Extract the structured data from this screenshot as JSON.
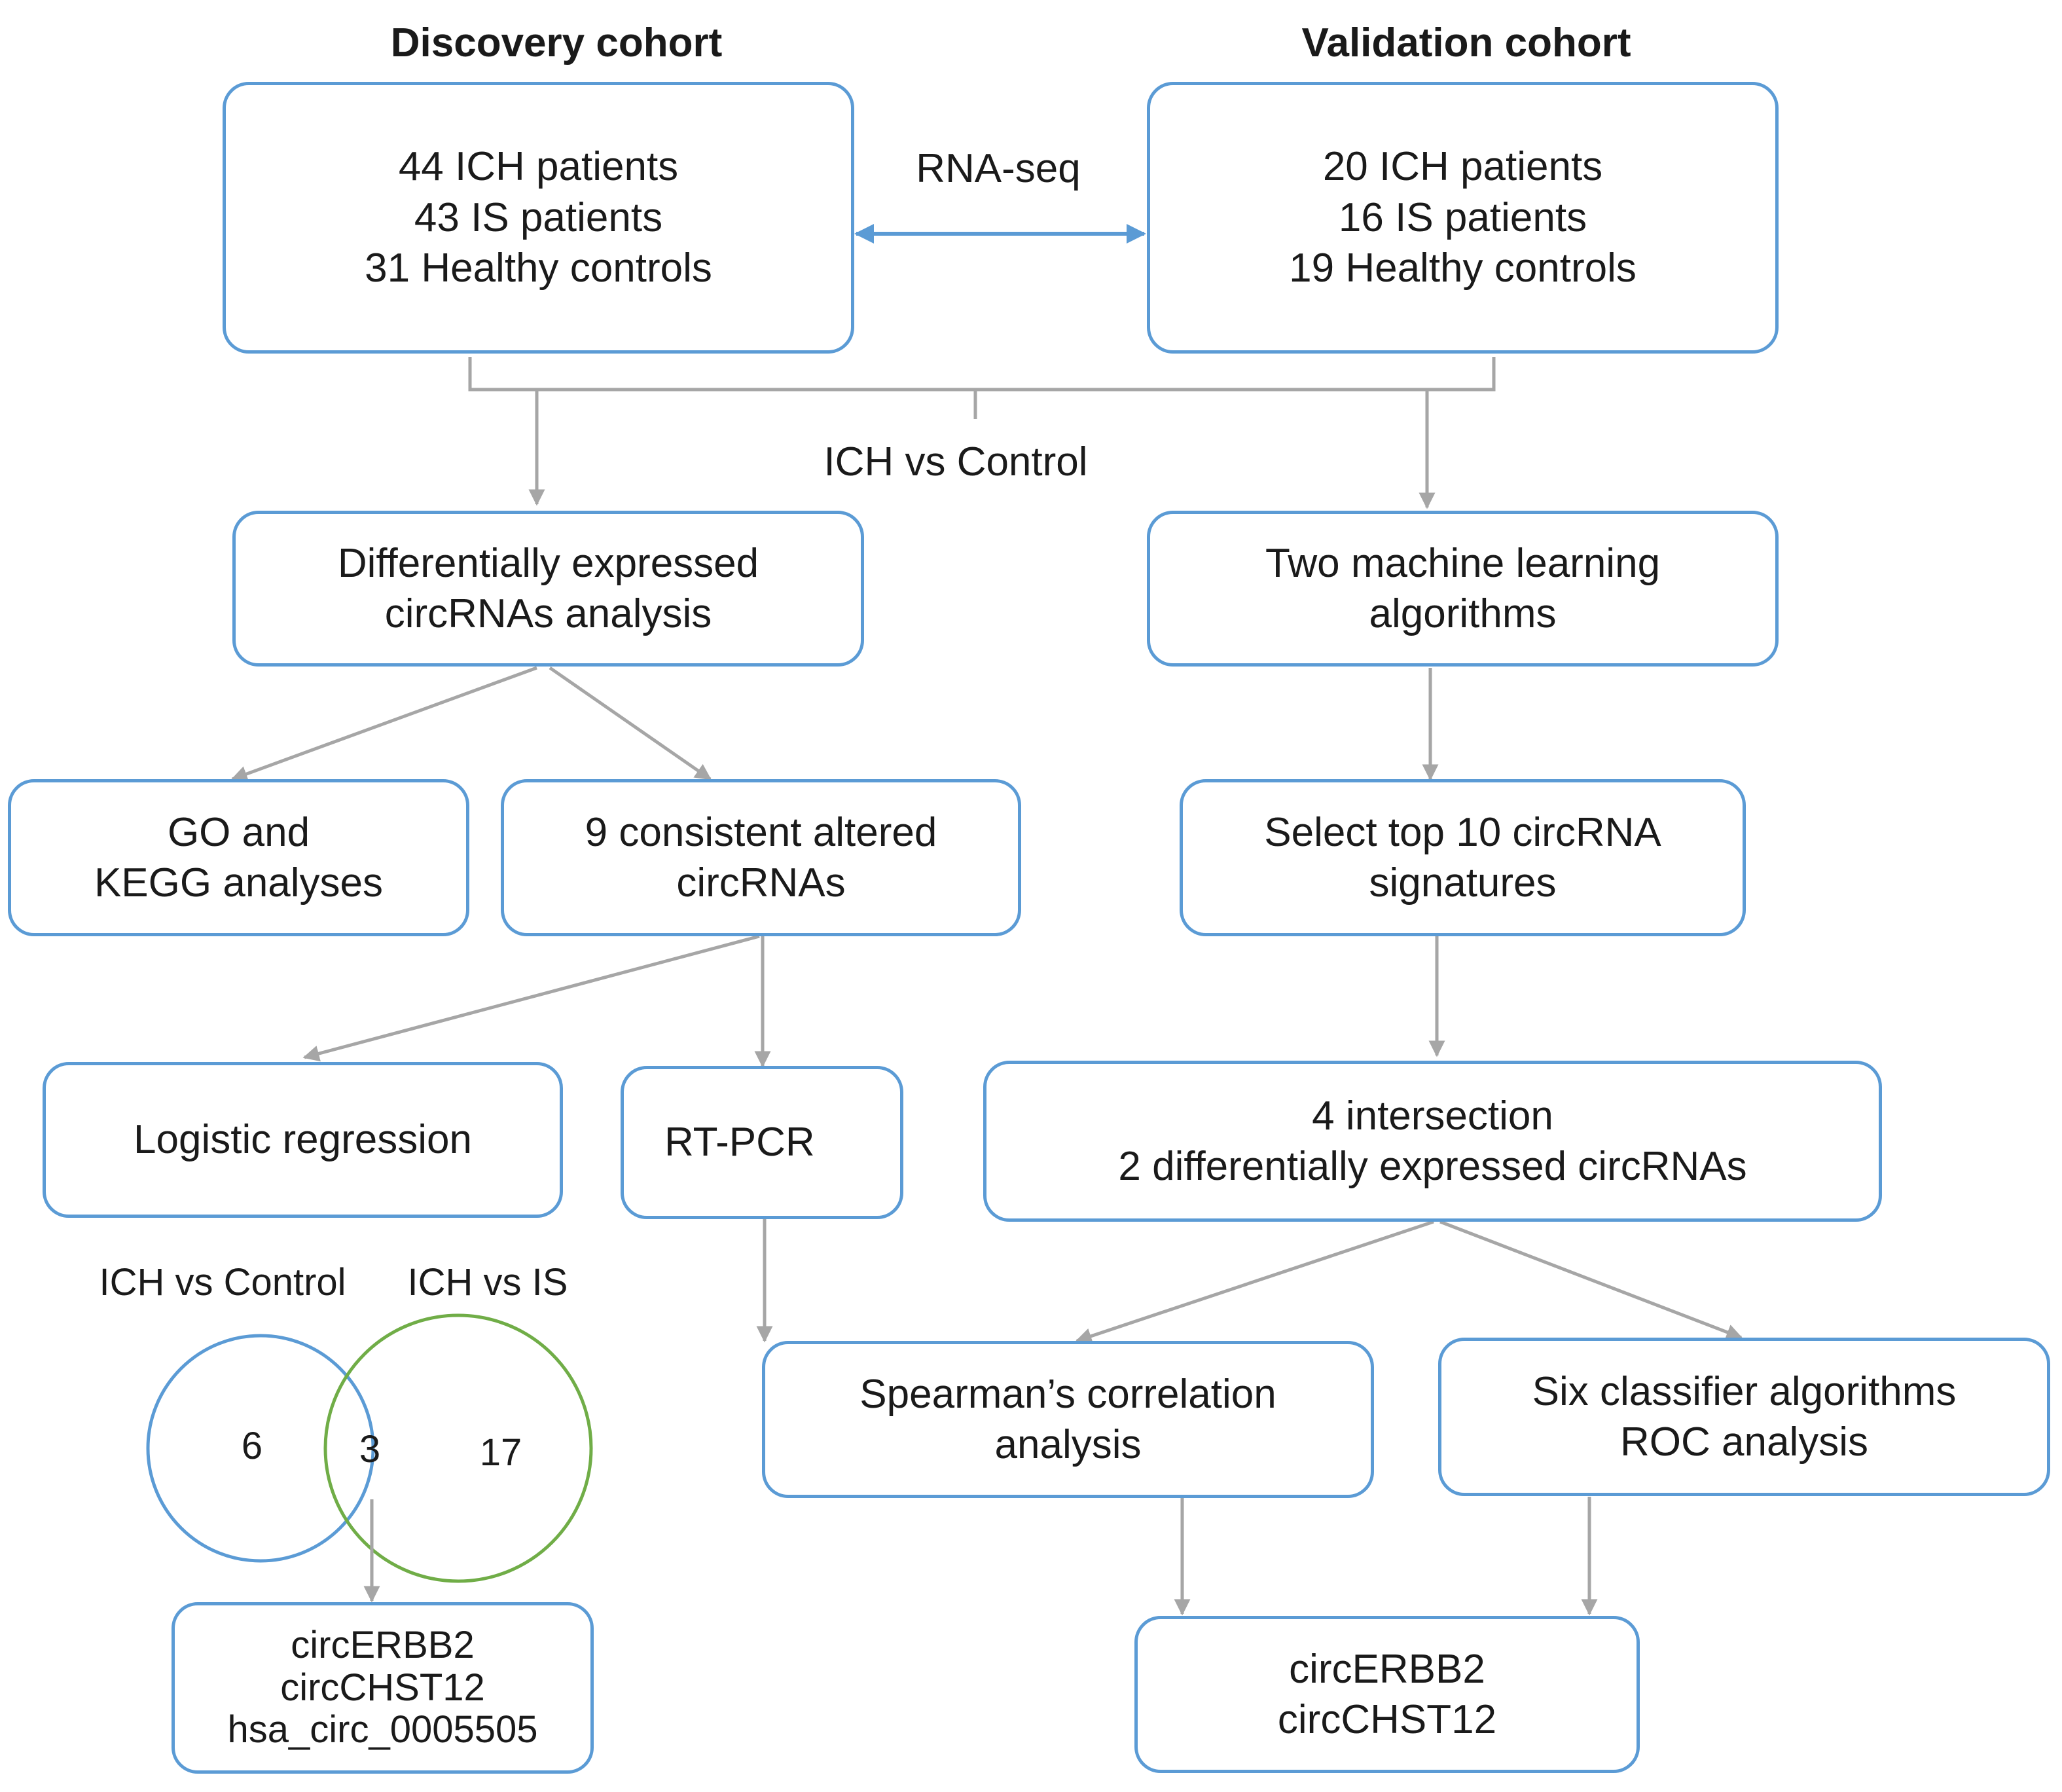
{
  "headers": {
    "discovery": "Discovery cohort",
    "validation": "Validation cohort"
  },
  "discovery_box": [
    "44 ICH patients",
    "43 IS patients",
    "31 Healthy controls"
  ],
  "validation_box": [
    "20 ICH patients",
    "16 IS patients",
    "19 Healthy controls"
  ],
  "rnaseq_label": "RNA-seq",
  "comparison_label": "ICH vs Control",
  "left_flow": {
    "dea": [
      "Differentially expressed",
      "circRNAs analysis"
    ],
    "go_kegg": [
      "GO and",
      "KEGG analyses"
    ],
    "consistent": [
      "9 consistent altered",
      "circRNAs"
    ],
    "logistic": [
      "Logistic regression"
    ],
    "rtpcr": [
      "RT-PCR"
    ]
  },
  "venn": {
    "left_label": "ICH vs Control",
    "right_label": "ICH vs IS",
    "left_only": "6",
    "overlap": "3",
    "right_only": "17",
    "left_color": "#5b9bd5",
    "right_color": "#70ad47"
  },
  "venn_result": [
    "circERBB2",
    "circCHST12",
    "hsa_circ_0005505"
  ],
  "right_flow": {
    "ml": [
      "Two machine learning",
      "algorithms"
    ],
    "top10": [
      "Select top 10 circRNA",
      "signatures"
    ],
    "intersection": [
      "4 intersection",
      "2 differentially expressed circRNAs"
    ],
    "spearman": [
      "Spearman’s correlation",
      "analysis"
    ],
    "classifier": [
      "Six classifier algorithms",
      "ROC analysis"
    ],
    "final": [
      "circERBB2",
      "circCHST12"
    ]
  },
  "colors": {
    "box_border": "#5b9bd5",
    "connector": "#a6a6a6",
    "rnaseq_arrow": "#5b9bd5"
  }
}
